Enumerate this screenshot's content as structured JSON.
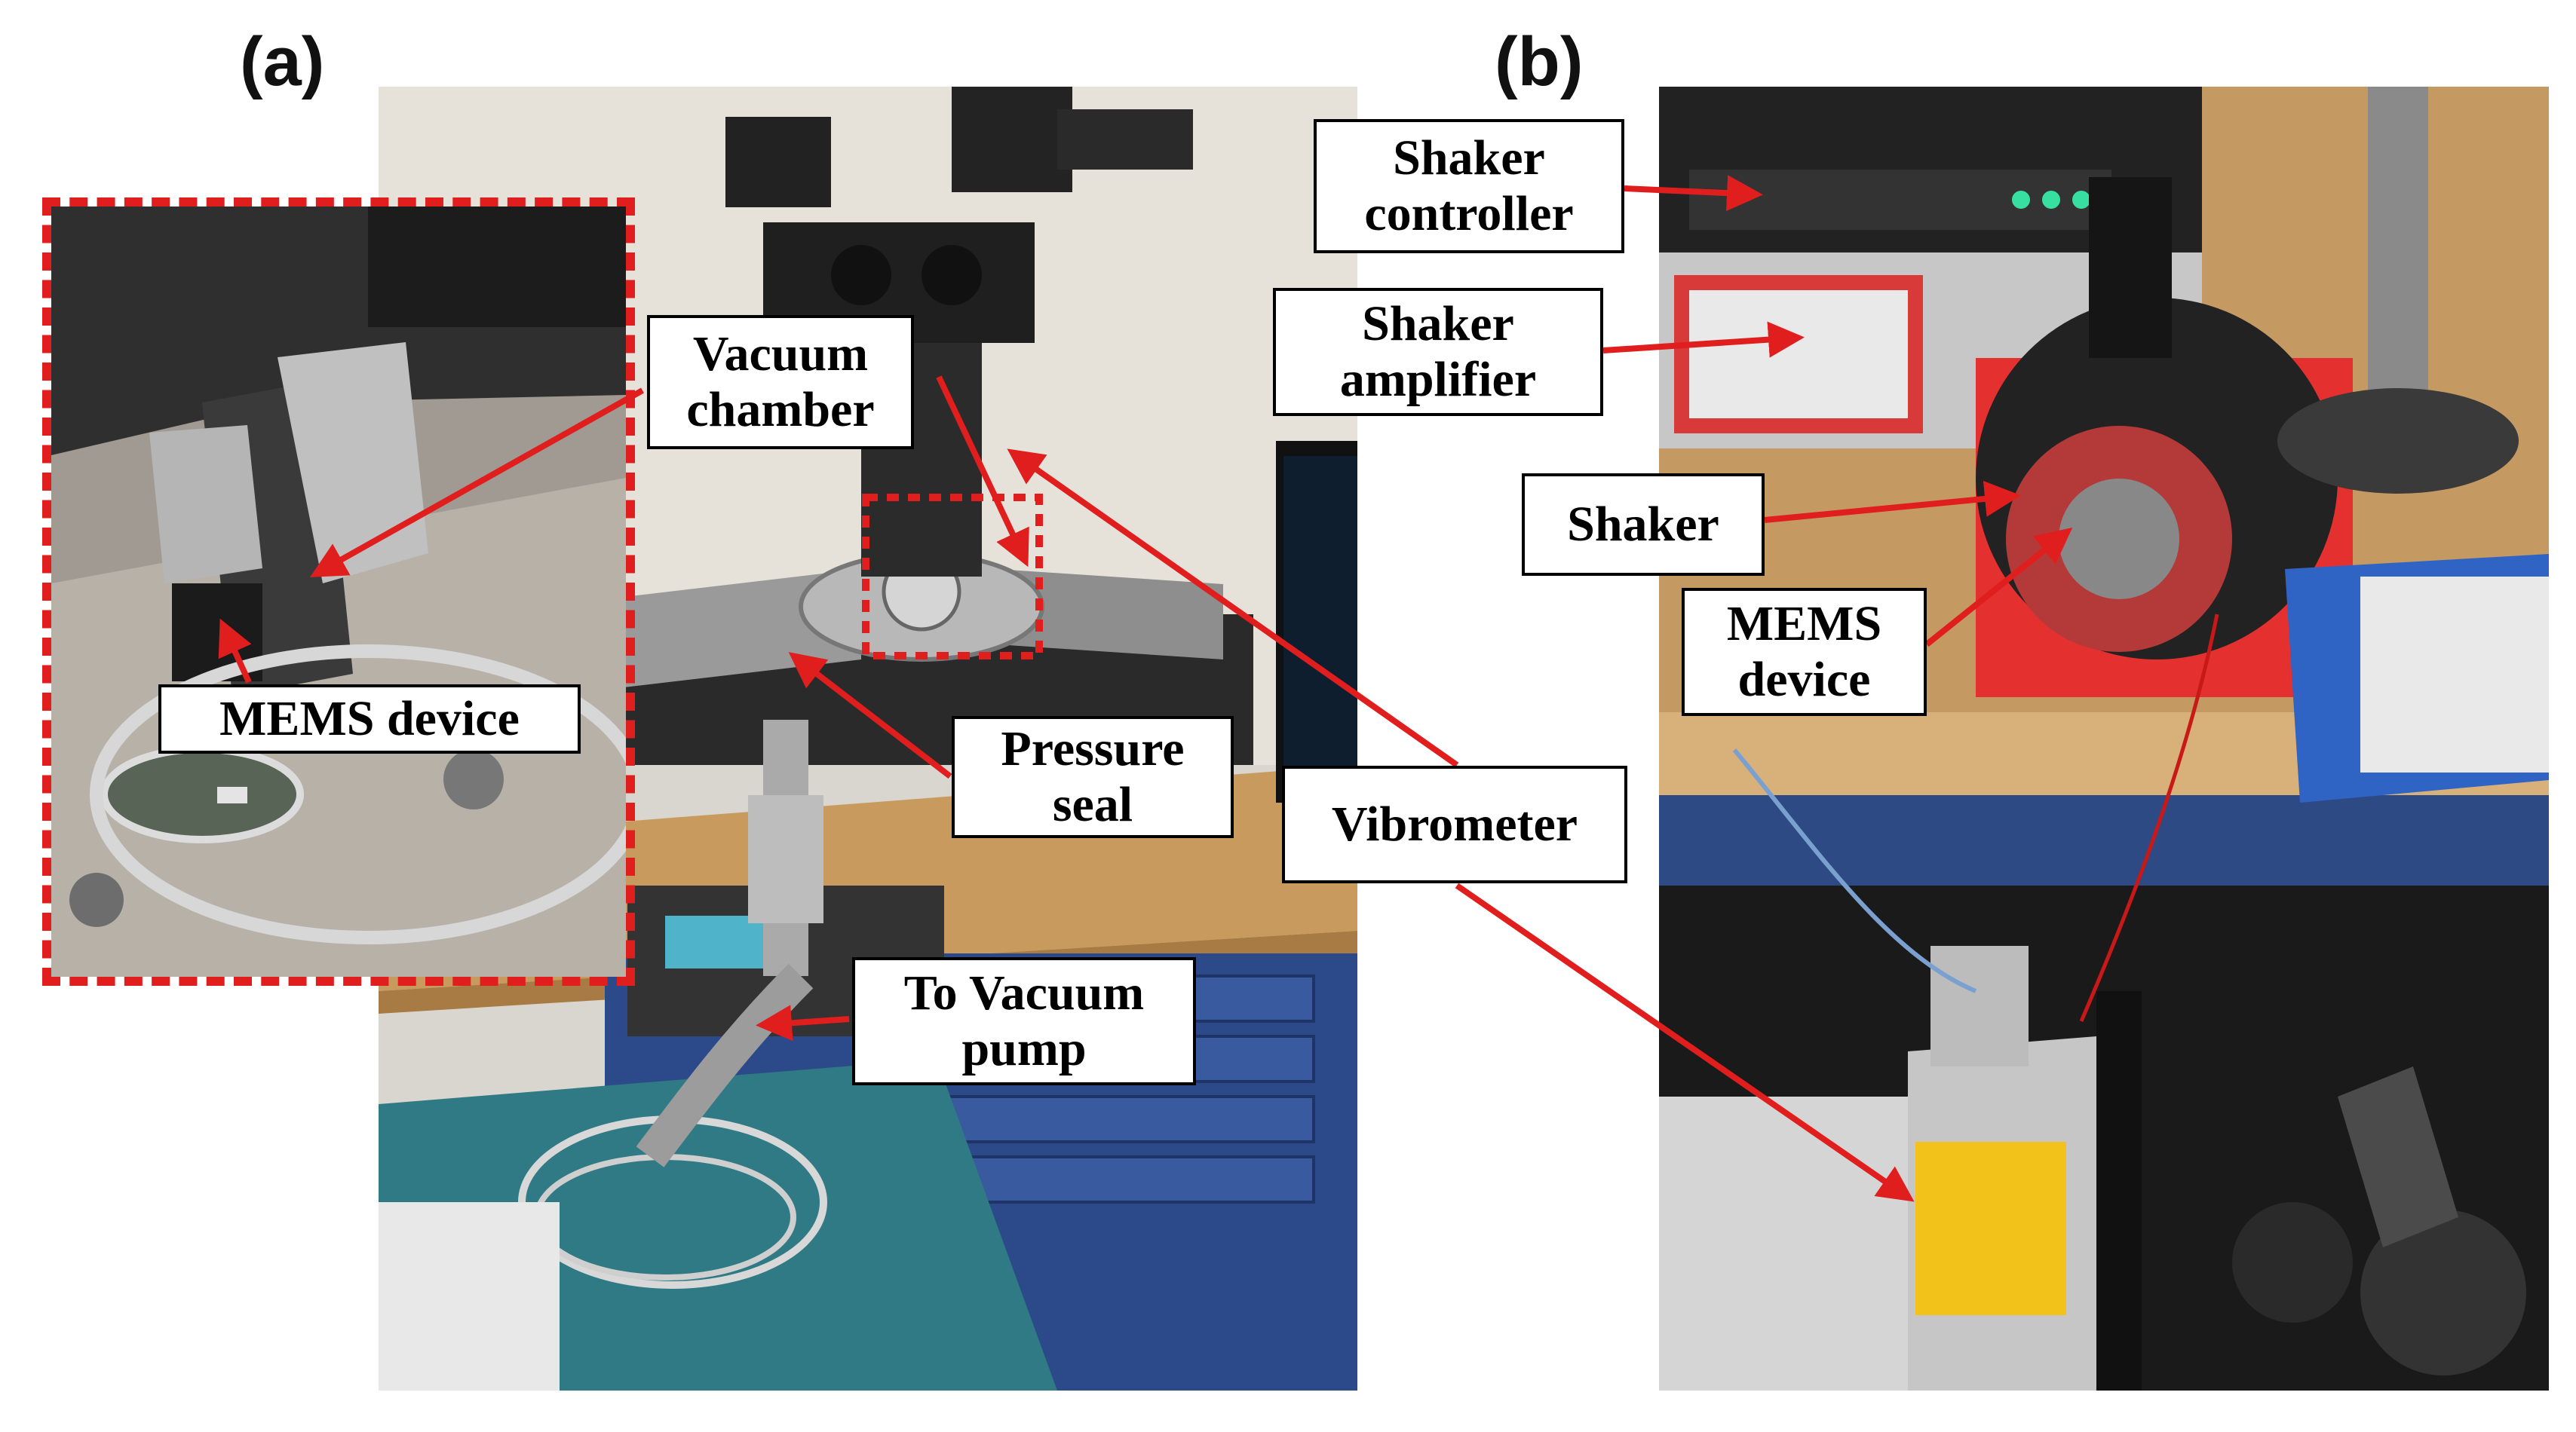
{
  "panels": {
    "a": {
      "letter": "(a)"
    },
    "b": {
      "letter": "(b)"
    }
  },
  "labels": {
    "vacuum_chamber": [
      "Vacuum",
      "chamber"
    ],
    "mems_device_a": "MEMS device",
    "pressure_seal": [
      "Pressure",
      "seal"
    ],
    "to_vacuum_pump": [
      "To Vacuum",
      "pump"
    ],
    "vibrometer": "Vibrometer",
    "shaker_controller": [
      "Shaker",
      "controller"
    ],
    "shaker_amplifier": [
      "Shaker",
      "amplifier"
    ],
    "shaker": "Shaker",
    "mems_device_b": [
      "MEMS",
      "device"
    ]
  },
  "colors": {
    "arrow": "#e01e1e",
    "inset_border": "#e01e1e"
  }
}
